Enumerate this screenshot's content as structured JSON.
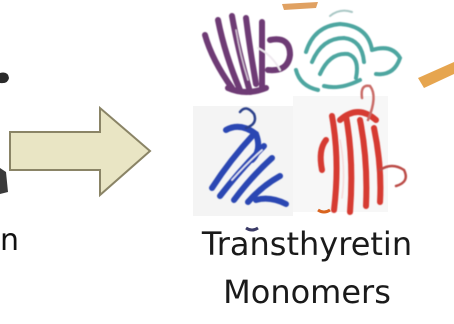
{
  "left_partial_text": "n",
  "caption": {
    "line1": "Transthyretin",
    "line2": "Monomers"
  },
  "arrow": {
    "fill": "#e9e5c4",
    "stroke": "#8a8466"
  },
  "monomers": [
    {
      "name": "purple-monomer",
      "color": "#6e3a74"
    },
    {
      "name": "teal-monomer",
      "color": "#4ea6a0"
    },
    {
      "name": "blue-monomer",
      "color": "#2b47b3"
    },
    {
      "name": "red-monomer",
      "color": "#d63a33"
    }
  ]
}
